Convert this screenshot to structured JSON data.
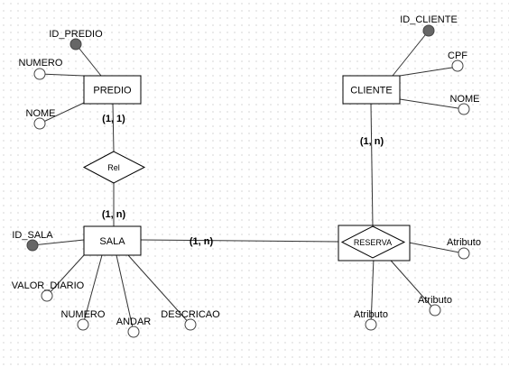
{
  "entities": [
    {
      "id": "predio",
      "label": "PREDIO"
    },
    {
      "id": "cliente",
      "label": "CLIENTE"
    },
    {
      "id": "sala",
      "label": "SALA"
    }
  ],
  "relationships": [
    {
      "id": "rel",
      "label": "Rel"
    },
    {
      "id": "reserva",
      "label": "RESERVA"
    }
  ],
  "attributes": [
    {
      "id": "id-predio",
      "label": "ID_PREDIO",
      "key": true
    },
    {
      "id": "numero-predio",
      "label": "NUMERO",
      "key": false
    },
    {
      "id": "nome-predio",
      "label": "NOME",
      "key": false
    },
    {
      "id": "id-cliente",
      "label": "ID_CLIENTE",
      "key": true
    },
    {
      "id": "cpf",
      "label": "CPF",
      "key": false
    },
    {
      "id": "nome-cliente",
      "label": "NOME",
      "key": false
    },
    {
      "id": "id-sala",
      "label": "ID_SALA",
      "key": true
    },
    {
      "id": "valor-diario",
      "label": "VALOR_DIARIO",
      "key": false
    },
    {
      "id": "numero-sala",
      "label": "NUMERO",
      "key": false
    },
    {
      "id": "andar",
      "label": "ANDAR",
      "key": false
    },
    {
      "id": "descricao",
      "label": "DESCRICAO",
      "key": false
    },
    {
      "id": "atributo-1",
      "label": "Atributo",
      "key": false
    },
    {
      "id": "atributo-2",
      "label": "Atributo",
      "key": false
    },
    {
      "id": "atributo-3",
      "label": "Atributo",
      "key": false
    }
  ],
  "cardinalities": [
    {
      "id": "predio-rel",
      "label": "(1, 1)"
    },
    {
      "id": "rel-sala",
      "label": "(1, n)"
    },
    {
      "id": "sala-reserva",
      "label": "(1, n)"
    },
    {
      "id": "cliente-reserva",
      "label": "(1, n)"
    }
  ]
}
